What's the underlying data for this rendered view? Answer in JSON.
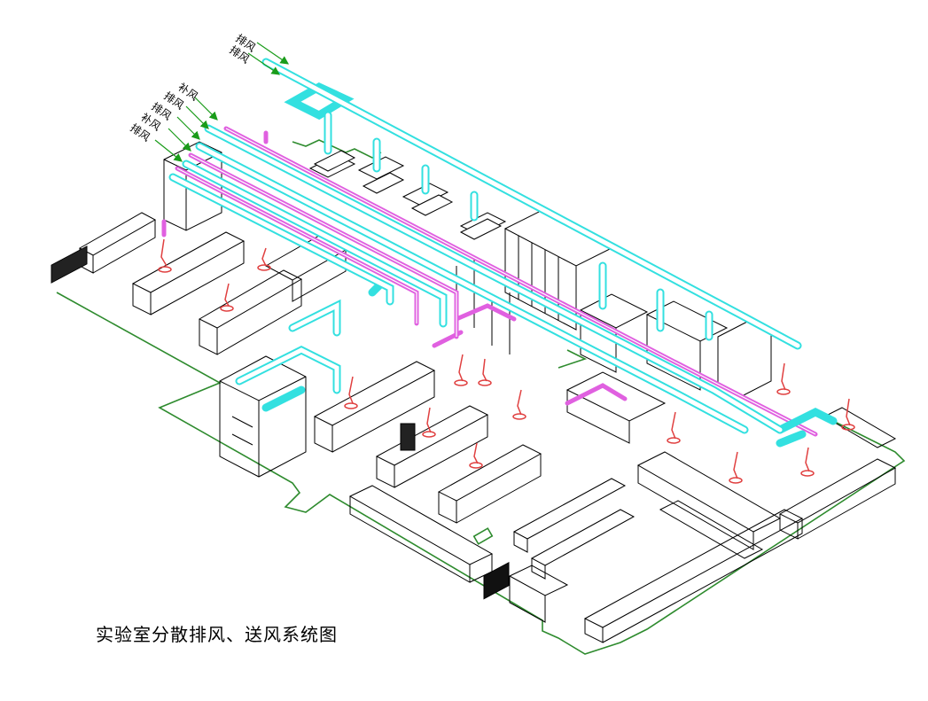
{
  "title": "实验室分散排风、送风系统图",
  "airflow_labels": [
    {
      "text": "排风",
      "kind": "exhaust"
    },
    {
      "text": "排风",
      "kind": "exhaust"
    },
    {
      "text": "补风",
      "kind": "makeup"
    },
    {
      "text": "排风",
      "kind": "exhaust"
    },
    {
      "text": "排风",
      "kind": "exhaust"
    },
    {
      "text": "补风",
      "kind": "makeup"
    },
    {
      "text": "排风",
      "kind": "exhaust"
    }
  ],
  "colors": {
    "exhaust_duct": "#33e0e0",
    "supply_duct": "#e060e0",
    "floor_outline": "#2e8b2e",
    "arm_hood": "#e04040",
    "fixture": "#000000",
    "arrow": "#1a9c1a"
  }
}
